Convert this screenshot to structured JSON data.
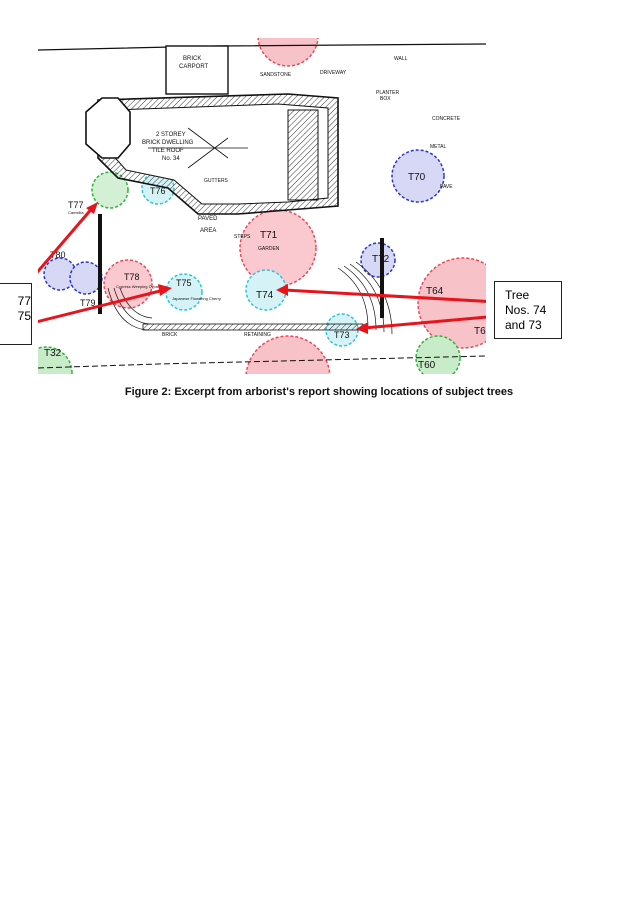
{
  "figure": {
    "caption": "Figure 2: Excerpt from arborist's report showing locations of subject trees",
    "callout_left": [
      "77",
      "75"
    ],
    "callout_right": [
      "Tree",
      "Nos. 74",
      "and 73"
    ],
    "colors": {
      "arrow": "#e8141c",
      "tree_red": "#e84a5a",
      "tree_cyan": "#2fc4d8",
      "tree_blue": "#2a36c8",
      "tree_green": "#30b040"
    }
  },
  "plan": {
    "building": [
      "2 STOREY",
      "BRICK DWELLING",
      "TILE ROOF",
      "No. 34"
    ],
    "labels": {
      "brick_carport": [
        "BRICK",
        "CARPORT"
      ],
      "sandstone": "SANDSTONE",
      "driveway": "DRIVEWAY",
      "wall": "WALL",
      "concrete": "CONCRETE",
      "metal": "METAL",
      "pave": "PAVE",
      "paved": "PAVED",
      "area": "AREA",
      "steps": "STEPS",
      "garden": "GARDEN",
      "brick": "BRICK",
      "retaining": "RETAINING",
      "gutters": "GUTTERS",
      "planter_box": [
        "PLANTER",
        "BOX"
      ]
    },
    "trees": [
      "T32",
      "T60",
      "T64",
      "T70",
      "T71",
      "T72",
      "T73",
      "T74",
      "T75",
      "T76",
      "T77",
      "T78",
      "T79",
      "T80",
      "T6"
    ],
    "tree_notes": {
      "T75": "Japanese Flowering Cherry",
      "T78": "Cypress Weeping Cypress",
      "T77": "Camellia"
    }
  }
}
